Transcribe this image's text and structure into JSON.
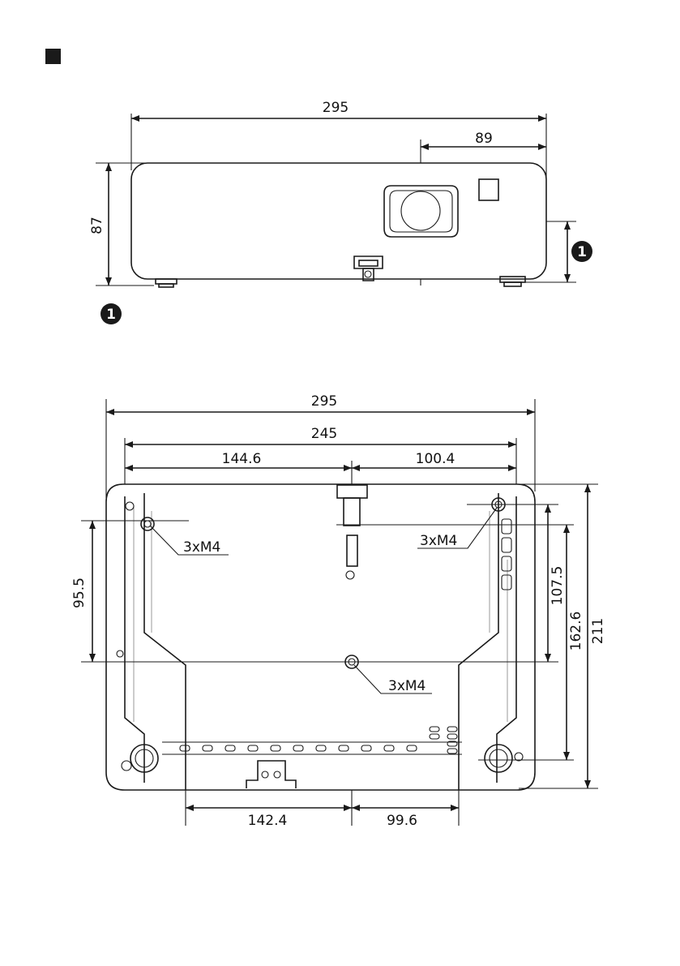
{
  "marker_symbol": "black-square",
  "callout_badge": "1",
  "side_view": {
    "dim_width": "295",
    "dim_lens_offset": "89",
    "dim_height": "87"
  },
  "bottom_view": {
    "dim_width": "295",
    "dim_hole_span": "245",
    "dim_left_to_center": "144.6",
    "dim_center_to_right": "100.4",
    "dim_bottom_left": "142.4",
    "dim_bottom_right": "99.6",
    "dim_left_vertical": "95.5",
    "dim_right_inner": "107.5",
    "dim_right_middle": "162.6",
    "dim_depth": "211",
    "thread_label": "3xM4"
  }
}
